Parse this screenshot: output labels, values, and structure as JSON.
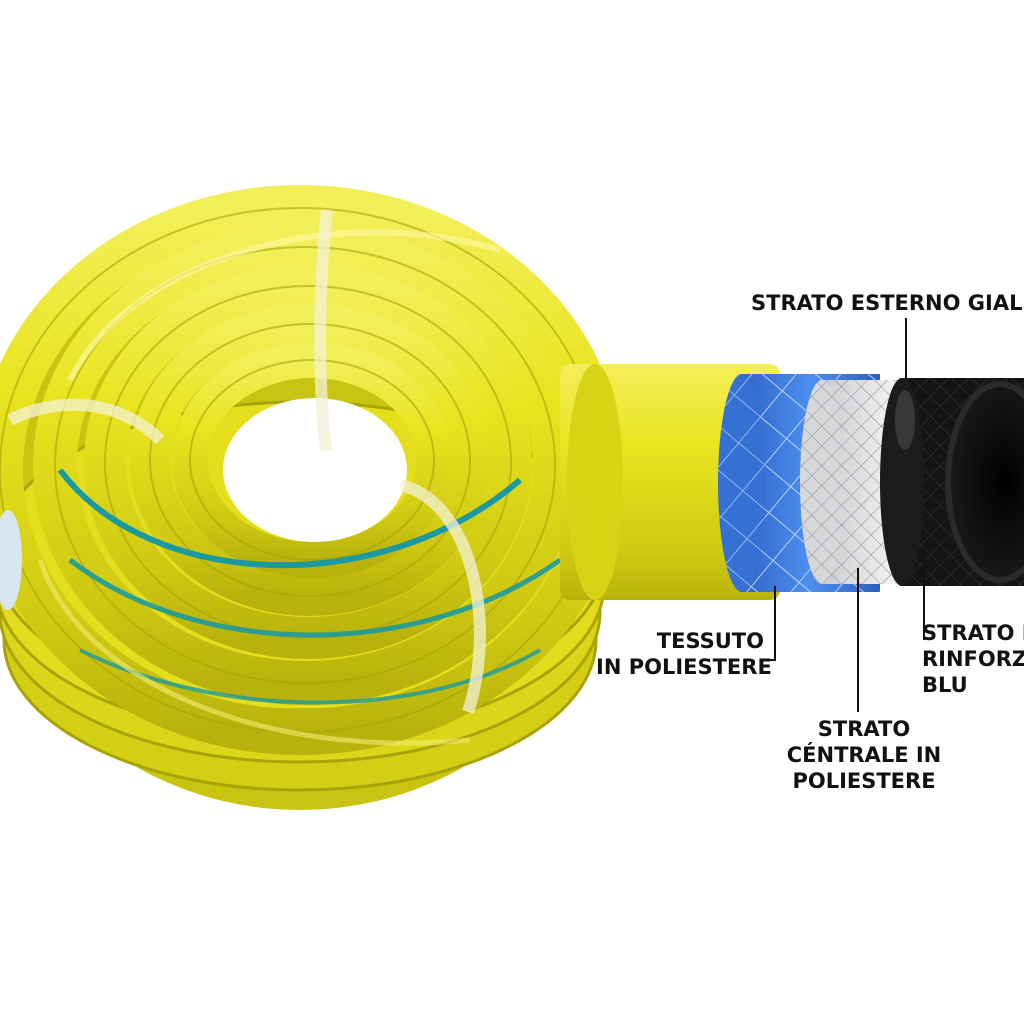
{
  "labels": {
    "outer_layer": "STRATO ESTERNO GIALL",
    "fabric": [
      "TESSUTO",
      "IN POLIESTERE"
    ],
    "reinforcement": [
      "STRATO I",
      "RINFORZ",
      "BLU"
    ],
    "central": [
      "STRATO",
      "CÉNTRALE IN",
      "POLIESTERE"
    ]
  },
  "colors": {
    "hose_yellow": "#e6e01e",
    "stripe_teal": "#1a9aa0",
    "fabric_blue": "#3a78d8",
    "mesh_grey": "#d8dadc",
    "inner_black": "#111111",
    "background": "#ffffff"
  }
}
